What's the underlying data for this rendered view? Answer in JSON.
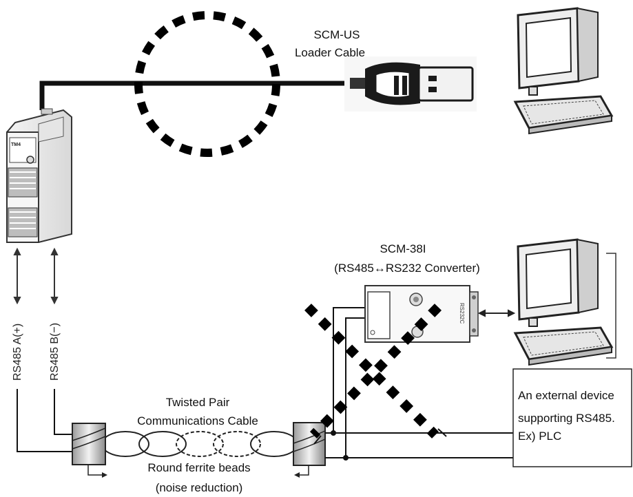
{
  "usb_cable": {
    "title": "SCM-US",
    "subtitle": "Loader Cable"
  },
  "converter": {
    "title": "SCM-38I",
    "subtitle": "(RS485↔RS232 Converter)",
    "port_label": "RS232C"
  },
  "controller": {
    "brand": "TM4"
  },
  "rs485_lines": {
    "a_label": "RS485 A(+)",
    "b_label": "RS485 B(−)"
  },
  "twisted_pair": {
    "line1": "Twisted Pair",
    "line2": "Communications Cable"
  },
  "ferrite": {
    "line1": "Round ferrite beads",
    "line2": "(noise reduction)"
  },
  "external_device": {
    "line1": "An external device",
    "line2": "supporting RS485.",
    "line3": "Ex) PLC"
  },
  "colors": {
    "line": "#111111",
    "marker": "#000000"
  },
  "icons": [
    "usb-plug-icon",
    "computer-top-icon",
    "computer-bottom-icon",
    "controller-device-icon",
    "converter-device-icon",
    "ferrite-bead-left-icon",
    "ferrite-bead-right-icon",
    "dashed-circle-marker",
    "x-cross-marker"
  ]
}
